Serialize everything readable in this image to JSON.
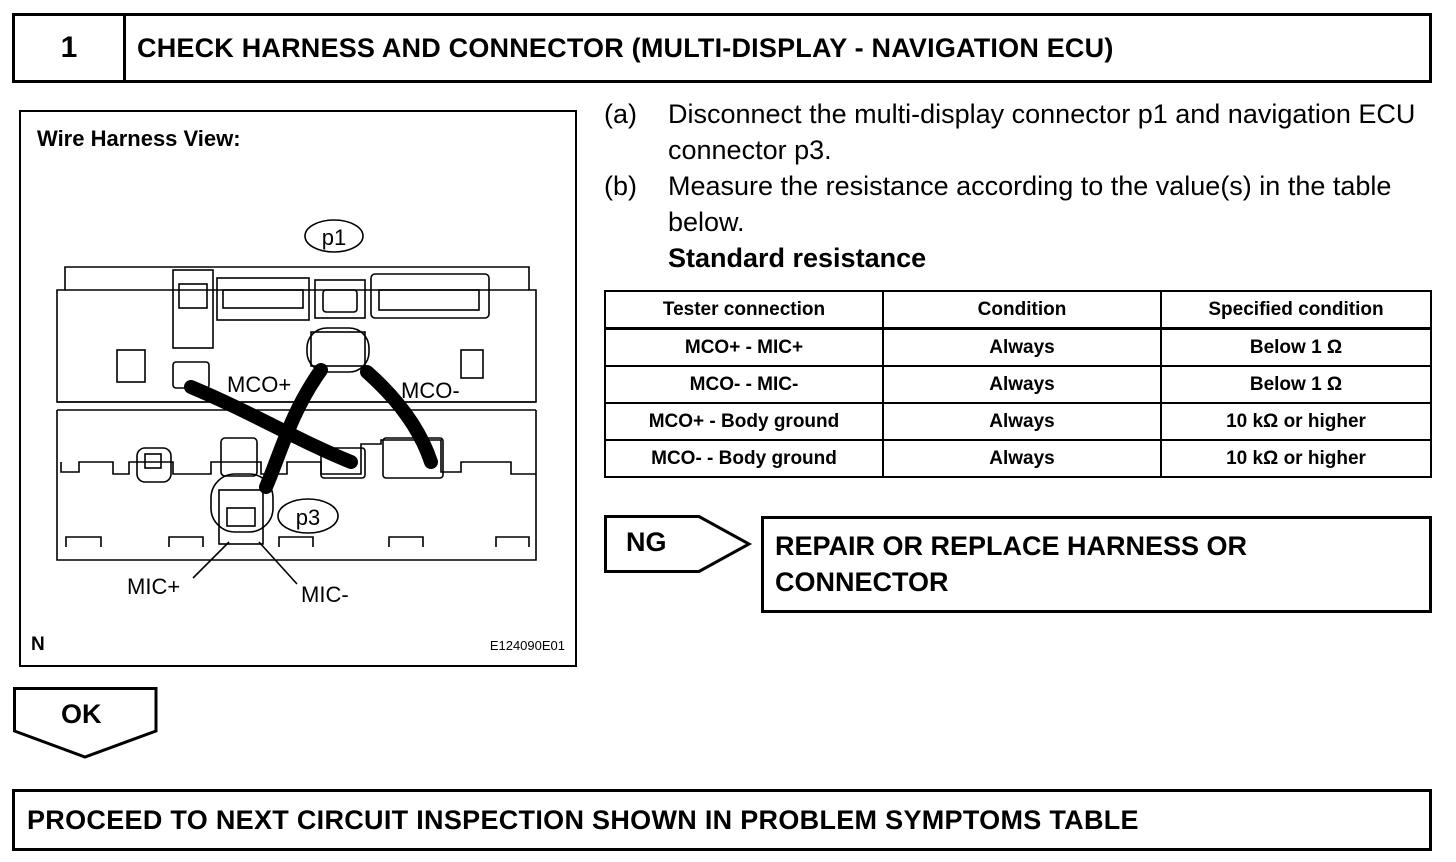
{
  "step": {
    "number": "1",
    "title": "CHECK HARNESS AND CONNECTOR (MULTI-DISPLAY - NAVIGATION ECU)"
  },
  "figure": {
    "title": "Wire Harness View:",
    "labels": {
      "p1": "p1",
      "p3": "p3",
      "mco_plus": "MCO+",
      "mco_minus": "MCO-",
      "mic_plus": "MIC+",
      "mic_minus": "MIC-"
    },
    "corner_mark": "N",
    "figure_id": "E124090E01"
  },
  "instructions": [
    {
      "letter": "(a)",
      "text": "Disconnect the multi-display connector p1 and navigation ECU connector p3."
    },
    {
      "letter": "(b)",
      "text": "Measure the resistance according to the value(s) in the table below."
    }
  ],
  "standard_heading": "Standard resistance",
  "table": {
    "headers": [
      "Tester connection",
      "Condition",
      "Specified condition"
    ],
    "rows": [
      [
        "MCO+ - MIC+",
        "Always",
        "Below 1 Ω"
      ],
      [
        "MCO- - MIC-",
        "Always",
        "Below 1 Ω"
      ],
      [
        "MCO+ - Body ground",
        "Always",
        "10 kΩ or higher"
      ],
      [
        "MCO- - Body ground",
        "Always",
        "10 kΩ or higher"
      ]
    ]
  },
  "ng": {
    "label": "NG",
    "result": "REPAIR OR REPLACE HARNESS OR CONNECTOR"
  },
  "ok": {
    "label": "OK"
  },
  "proceed": "PROCEED TO NEXT CIRCUIT INSPECTION SHOWN IN PROBLEM SYMPTOMS TABLE"
}
